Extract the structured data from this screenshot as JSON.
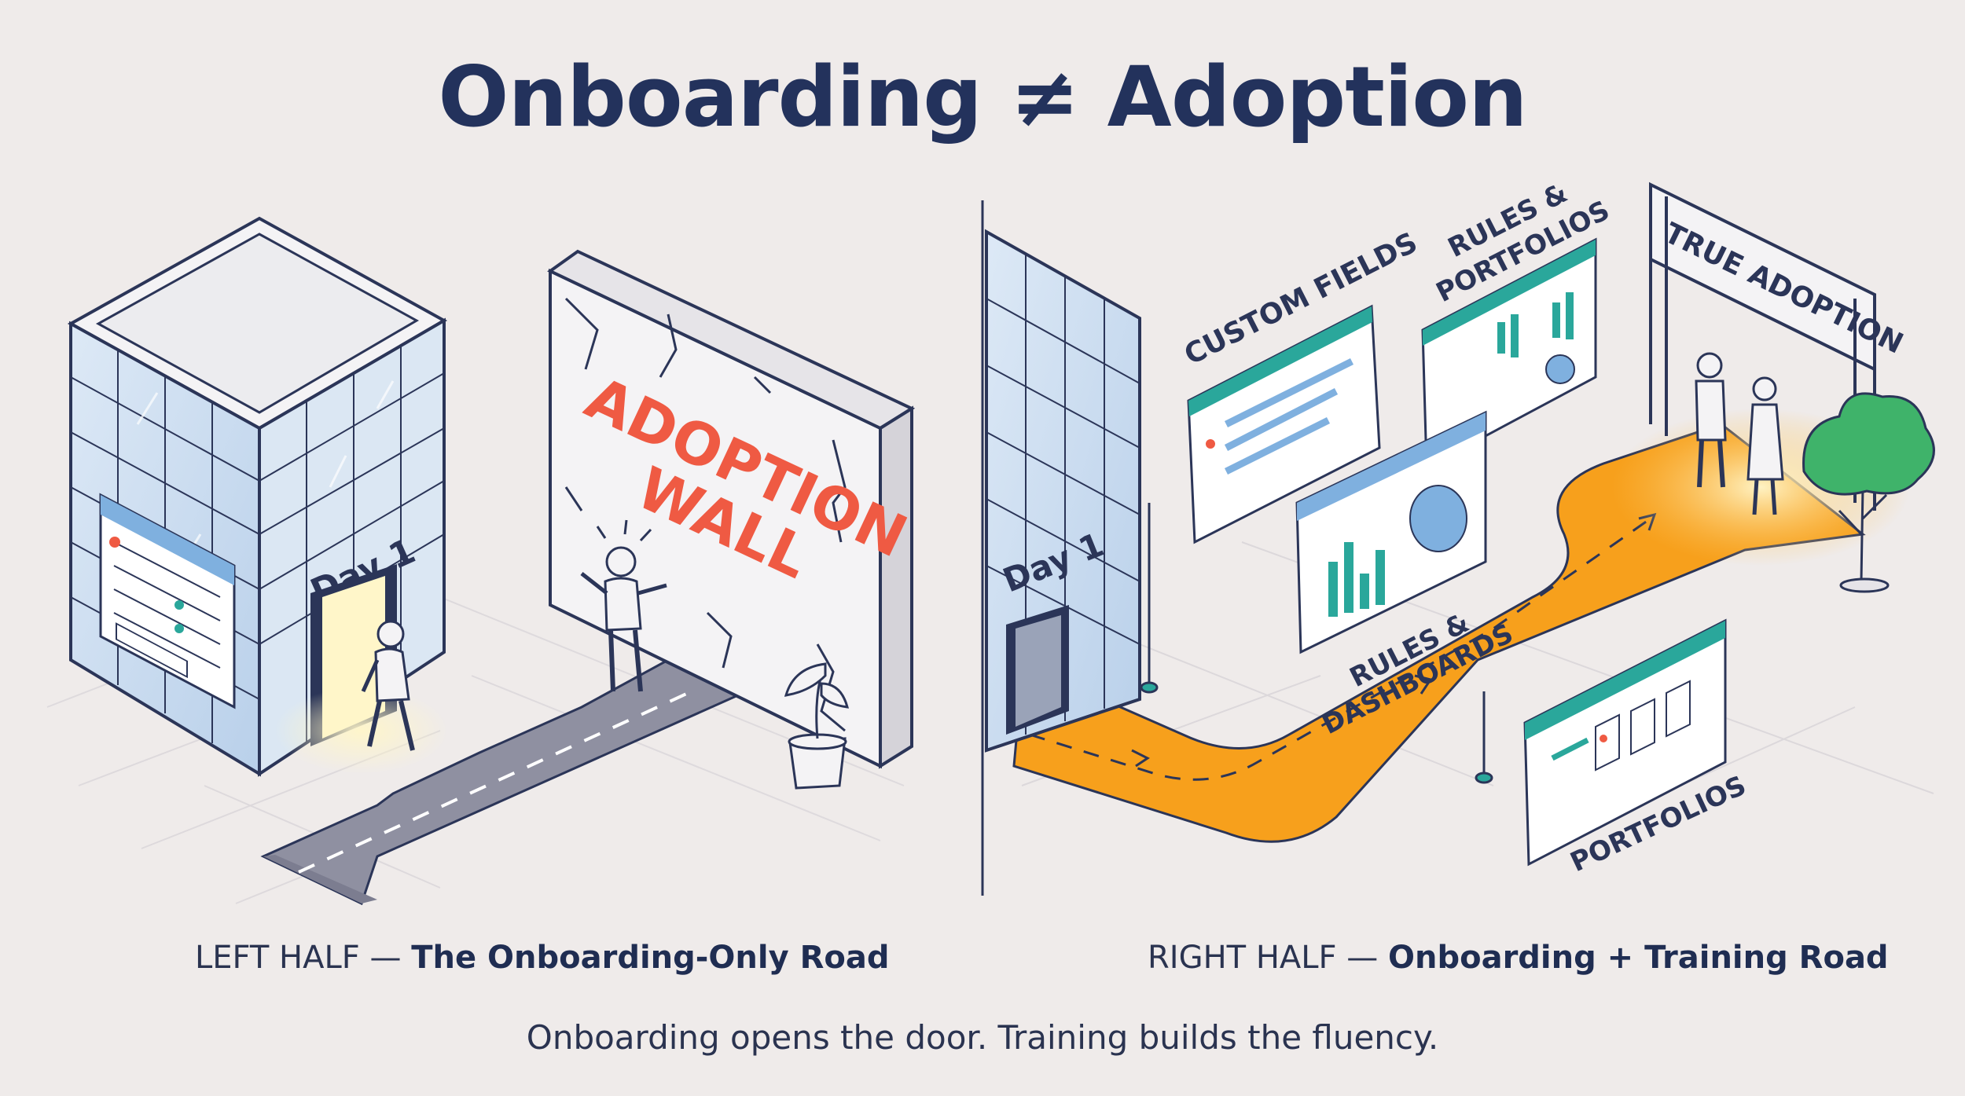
{
  "title": "Onboarding ≠ Adoption",
  "left": {
    "building_sign": "Day 1",
    "wall_line1": "ADOPTION",
    "wall_line2": "WALL",
    "caption_lead": "LEFT HALF —",
    "caption_strong": "The Onboarding-Only Road"
  },
  "right": {
    "building_sign": "Day 1",
    "panel_custom_fields": "CUSTOM FIELDS",
    "panel_rules_portfolios_1": "RULES &",
    "panel_rules_portfolios_2": "PORTFOLIOS",
    "panel_rules_dashboards_1": "RULES &",
    "panel_rules_dashboards_2": "DASHBOARDS",
    "panel_portfolios": "PORTFOLIOS",
    "gate_sign": "TRUE ADOPTION",
    "caption_lead": "RIGHT HALF —",
    "caption_strong": "Onboarding + Training Road"
  },
  "tagline": "Onboarding opens the door. Training builds the fluency.",
  "colors": {
    "ink": "#2b3558",
    "wall_text": "#ef5a43",
    "road_orange": "#f7a01c",
    "road_gray": "#8f90a1",
    "teal": "#2aa79b",
    "glass": "#cfe0f2",
    "tree": "#3fb36a",
    "background": "#efebea"
  }
}
